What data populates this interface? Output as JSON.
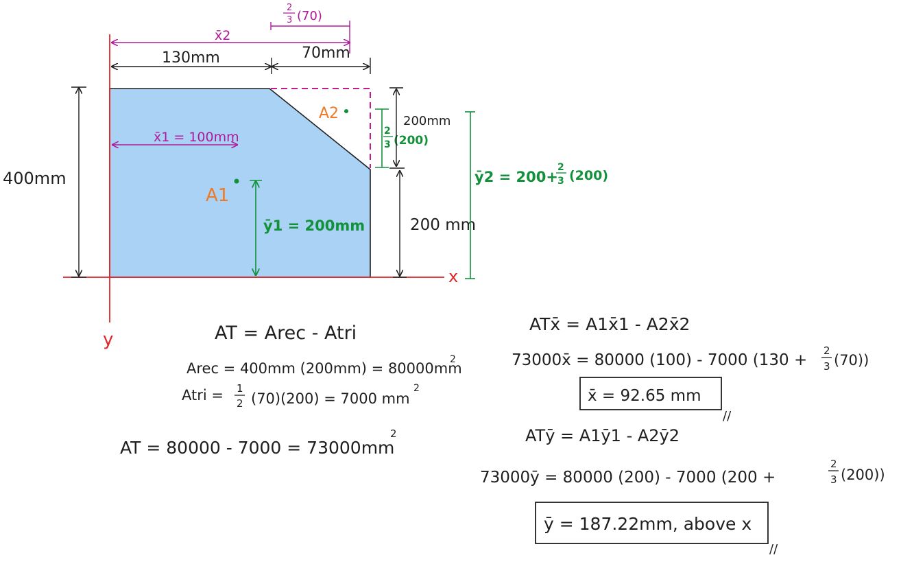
{
  "colors": {
    "shape_fill": "#a9d2f5",
    "dimension": "#1f1f1f",
    "centroid_x_dim": "#b01a9a",
    "centroid_y_dim": "#12913a",
    "area_label": "#ec7a26",
    "axis": "#e0252a"
  },
  "diagram": {
    "x_bar_2_label": "x̄2",
    "two_thirds_70_top": "2",
    "two_thirds_70_bottom": "3",
    "two_thirds_70_suffix": "(70)",
    "dim_130": "130mm",
    "dim_70": "70mm",
    "dim_400": "400mm",
    "x_bar_1_label": "x̄1 = 100mm",
    "a2_label": "A2",
    "a1_label": "A1",
    "dim_200_top": "200mm",
    "two_thirds_200_top": "2",
    "two_thirds_200_bottom": "3",
    "two_thirds_200_suffix": "(200)",
    "y_bar_2_label": "ȳ2 = 200+",
    "y_bar_2_frac_top": "2",
    "y_bar_2_frac_bottom": "3",
    "y_bar_2_suffix": "(200)",
    "y_bar_1_label": "ȳ1 = 200mm",
    "dim_200_bottom": "200 mm",
    "axis_x": "x",
    "axis_y": "y"
  },
  "area_calc": {
    "line1": "AT = Arec - Atri",
    "line2": "Arec = 400mm (200mm) = 80000mm",
    "line2_exp": "2",
    "line3_prefix": "Atri =",
    "line3_frac_top": "1",
    "line3_frac_bottom": "2",
    "line3_rest": "(70)(200) = 7000 mm",
    "line3_exp": "2",
    "line4": "AT = 80000 - 7000 = 73000mm",
    "line4_exp": "2"
  },
  "centroid_x": {
    "eq1": "ATx̄ = A1x̄1 - A2x̄2",
    "eq2": "73000x̄ = 80000 (100) - 7000 (130 +",
    "eq2_frac_top": "2",
    "eq2_frac_bottom": "3",
    "eq2_end": "(70))",
    "result": "x̄ = 92.65 mm",
    "mark": "//"
  },
  "centroid_y": {
    "eq1": "ATȳ = A1ȳ1 - A2ȳ2",
    "eq2": "73000ȳ = 80000 (200) - 7000 (200 +",
    "eq2_frac_top": "2",
    "eq2_frac_bottom": "3",
    "eq2_end": "(200))",
    "result": "ȳ = 187.22mm, above x",
    "mark": "//"
  }
}
